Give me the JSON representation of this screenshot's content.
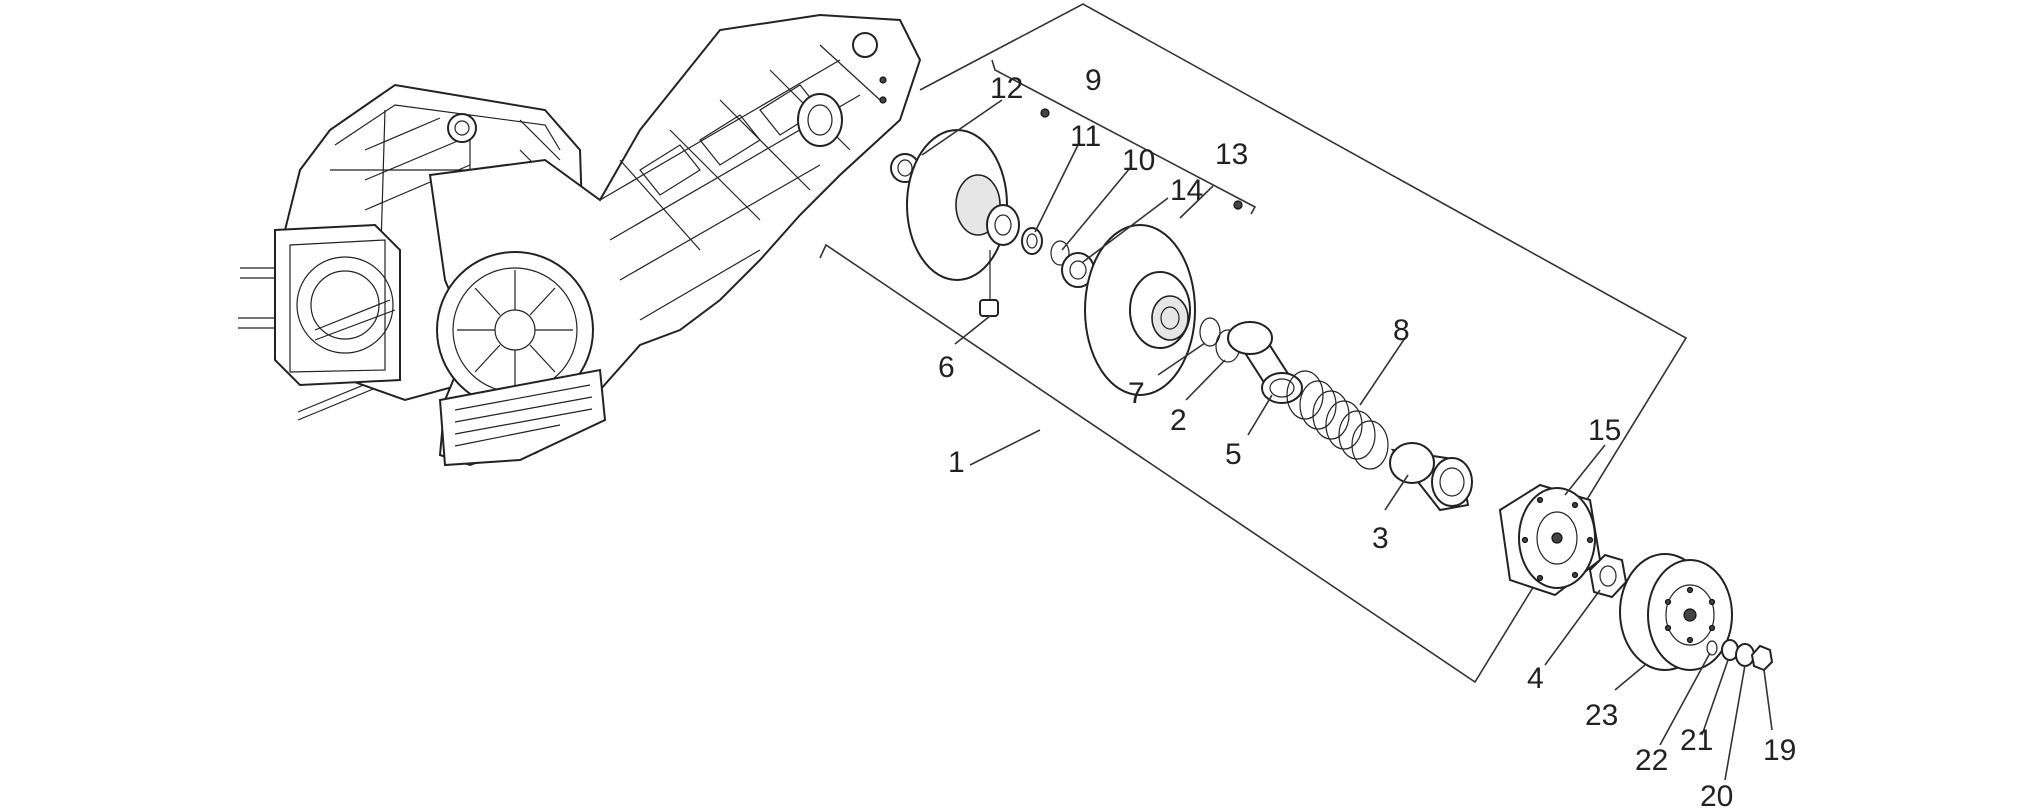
{
  "diagram": {
    "labels": {
      "l1": "1",
      "l2": "2",
      "l3": "3",
      "l4": "4",
      "l5": "5",
      "l6": "6",
      "l7": "7",
      "l8": "8",
      "l9": "9",
      "l10": "10",
      "l11": "11",
      "l12": "12",
      "l13": "13",
      "l14": "14",
      "l15": "15",
      "l19": "19",
      "l20": "20",
      "l21": "21",
      "l22": "22",
      "l23": "23"
    }
  }
}
